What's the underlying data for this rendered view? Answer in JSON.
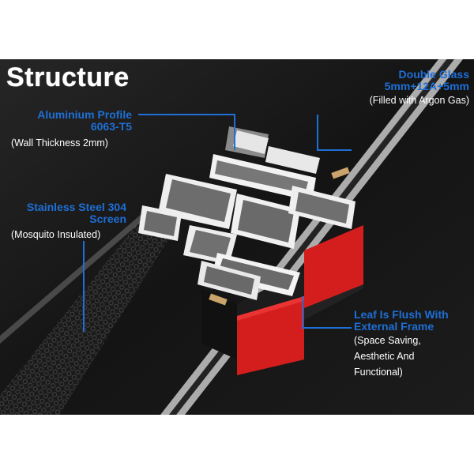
{
  "title": "Structure",
  "callouts": {
    "double_glass": {
      "title_line1": "Double Glass",
      "title_line2": "5mm+12A+5mm",
      "note": "(Filled with Argon Gas)"
    },
    "aluminium_profile": {
      "title_line1": "Aluminium Profile",
      "title_line2": "6063-T5",
      "note": "(Wall Thickness 2mm)"
    },
    "stainless_screen": {
      "title_line1": "Stainless Steel 304",
      "title_line2": "Screen",
      "note": "(Mosquito Insulated)"
    },
    "leaf_flush": {
      "title_line1": "Leaf Is Flush With",
      "title_line2": "External Frame",
      "note_line1": "(Space Saving,",
      "note_line2": "Aesthetic And",
      "note_line3": "Functional)"
    }
  },
  "colors": {
    "background": "#161616",
    "accent_blue": "#1e6fd6",
    "frame_red": "#d41e1e",
    "profile_silver": "#c8c8c8"
  }
}
